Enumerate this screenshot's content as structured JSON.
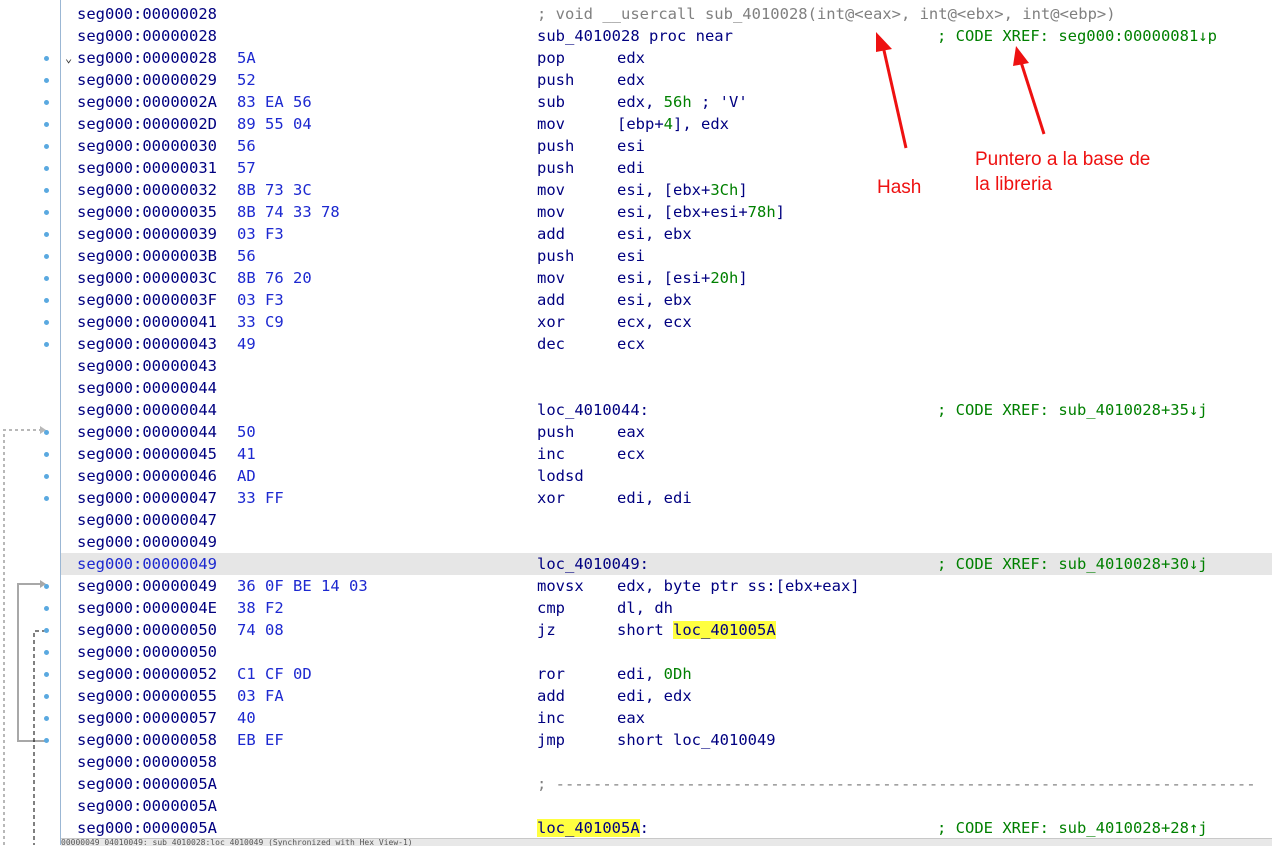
{
  "window": {
    "title": "IDA View-A"
  },
  "gutter_dot_rows": [
    2,
    3,
    4,
    5,
    6,
    7,
    8,
    9,
    10,
    11,
    12,
    13,
    14,
    15,
    19,
    20,
    21,
    22,
    26,
    27,
    28,
    29,
    30,
    31,
    32,
    33
  ],
  "rows": [
    {
      "addr": "seg000:00000028",
      "header": "; void __usercall sub_4010028(int@<eax>, int@<ebx>, int@<ebp>)"
    },
    {
      "addr": "seg000:00000028",
      "label": "sub_4010028 proc near",
      "comment": "; CODE XREF: seg000:00000081↓p"
    },
    {
      "addr": "seg000:00000028",
      "bytes": "5A",
      "mnemonic": "pop",
      "operand": "edx",
      "collapse": "⌄"
    },
    {
      "addr": "seg000:00000029",
      "bytes": "52",
      "mnemonic": "push",
      "operand": "edx"
    },
    {
      "addr": "seg000:0000002A",
      "bytes": "83 EA 56",
      "mnemonic": "sub",
      "operand_parts": [
        {
          "t": "edx, "
        },
        {
          "t": "56h",
          "c": "num"
        },
        {
          "t": " ; 'V'"
        }
      ]
    },
    {
      "addr": "seg000:0000002D",
      "bytes": "89 55 04",
      "mnemonic": "mov",
      "operand_parts": [
        {
          "t": "[ebp+"
        },
        {
          "t": "4",
          "c": "num"
        },
        {
          "t": "], edx"
        }
      ]
    },
    {
      "addr": "seg000:00000030",
      "bytes": "56",
      "mnemonic": "push",
      "operand": "esi"
    },
    {
      "addr": "seg000:00000031",
      "bytes": "57",
      "mnemonic": "push",
      "operand": "edi"
    },
    {
      "addr": "seg000:00000032",
      "bytes": "8B 73 3C",
      "mnemonic": "mov",
      "operand_parts": [
        {
          "t": "esi, [ebx+"
        },
        {
          "t": "3Ch",
          "c": "num"
        },
        {
          "t": "]"
        }
      ]
    },
    {
      "addr": "seg000:00000035",
      "bytes": "8B 74 33 78",
      "mnemonic": "mov",
      "operand_parts": [
        {
          "t": "esi, [ebx+esi+"
        },
        {
          "t": "78h",
          "c": "num"
        },
        {
          "t": "]"
        }
      ]
    },
    {
      "addr": "seg000:00000039",
      "bytes": "03 F3",
      "mnemonic": "add",
      "operand": "esi, ebx"
    },
    {
      "addr": "seg000:0000003B",
      "bytes": "56",
      "mnemonic": "push",
      "operand": "esi"
    },
    {
      "addr": "seg000:0000003C",
      "bytes": "8B 76 20",
      "mnemonic": "mov",
      "operand_parts": [
        {
          "t": "esi, [esi+"
        },
        {
          "t": "20h",
          "c": "num"
        },
        {
          "t": "]"
        }
      ]
    },
    {
      "addr": "seg000:0000003F",
      "bytes": "03 F3",
      "mnemonic": "add",
      "operand": "esi, ebx"
    },
    {
      "addr": "seg000:00000041",
      "bytes": "33 C9",
      "mnemonic": "xor",
      "operand": "ecx, ecx"
    },
    {
      "addr": "seg000:00000043",
      "bytes": "49",
      "mnemonic": "dec",
      "operand": "ecx"
    },
    {
      "addr": "seg000:00000043"
    },
    {
      "addr": "seg000:00000044"
    },
    {
      "addr": "seg000:00000044",
      "label": "loc_4010044:",
      "comment": "; CODE XREF: sub_4010028+35↓j"
    },
    {
      "addr": "seg000:00000044",
      "bytes": "50",
      "mnemonic": "push",
      "operand": "eax"
    },
    {
      "addr": "seg000:00000045",
      "bytes": "41",
      "mnemonic": "inc",
      "operand": "ecx"
    },
    {
      "addr": "seg000:00000046",
      "bytes": "AD",
      "mnemonic": "lodsd"
    },
    {
      "addr": "seg000:00000047",
      "bytes": "33 FF",
      "mnemonic": "xor",
      "operand": "edi, edi"
    },
    {
      "addr": "seg000:00000047"
    },
    {
      "addr": "seg000:00000049"
    },
    {
      "addr": "seg000:00000049",
      "label": "loc_4010049:",
      "comment": "; CODE XREF: sub_4010028+30↓j",
      "selected": true
    },
    {
      "addr": "seg000:00000049",
      "bytes": "36 0F BE 14 03",
      "mnemonic": "movsx",
      "operand": "edx, byte ptr ss:[ebx+eax]"
    },
    {
      "addr": "seg000:0000004E",
      "bytes": "38 F2",
      "mnemonic": "cmp",
      "operand": "dl, dh"
    },
    {
      "addr": "seg000:00000050",
      "bytes": "74 08",
      "mnemonic": "jz",
      "operand_parts": [
        {
          "t": "short "
        },
        {
          "t": "loc_401005A",
          "c": "hl"
        }
      ]
    },
    {
      "addr": "seg000:00000050"
    },
    {
      "addr": "seg000:00000052",
      "bytes": "C1 CF 0D",
      "mnemonic": "ror",
      "operand_parts": [
        {
          "t": "edi, "
        },
        {
          "t": "0Dh",
          "c": "num"
        }
      ]
    },
    {
      "addr": "seg000:00000055",
      "bytes": "03 FA",
      "mnemonic": "add",
      "operand": "edi, edx"
    },
    {
      "addr": "seg000:00000057",
      "bytes": "40",
      "mnemonic": "inc",
      "operand": "eax"
    },
    {
      "addr": "seg000:00000058",
      "bytes": "EB EF",
      "mnemonic": "jmp",
      "operand": "short loc_4010049"
    },
    {
      "addr": "seg000:00000058"
    },
    {
      "addr": "seg000:0000005A",
      "separator": "; ---------------------------------------------------------------------------"
    },
    {
      "addr": "seg000:0000005A"
    },
    {
      "addr": "seg000:0000005A",
      "label_parts": [
        {
          "t": "loc_401005A",
          "c": "hl"
        },
        {
          "t": ":"
        }
      ],
      "comment": "; CODE XREF: sub_4010028+28↑j"
    }
  ],
  "annotations": {
    "hash": "Hash",
    "pointer_line1": "Puntero a la base de",
    "pointer_line2": "la libreria"
  },
  "status": {
    "text": "00000049 04010049: sub_4010028:loc_4010049 (Synchronized with Hex View-1)"
  },
  "colors": {
    "address": "#000080",
    "bytes": "#1c28d0",
    "comment": "#008000",
    "highlight": "#ffff40",
    "annotation": "#ee1111",
    "selected_row": "#e6e6e6"
  }
}
